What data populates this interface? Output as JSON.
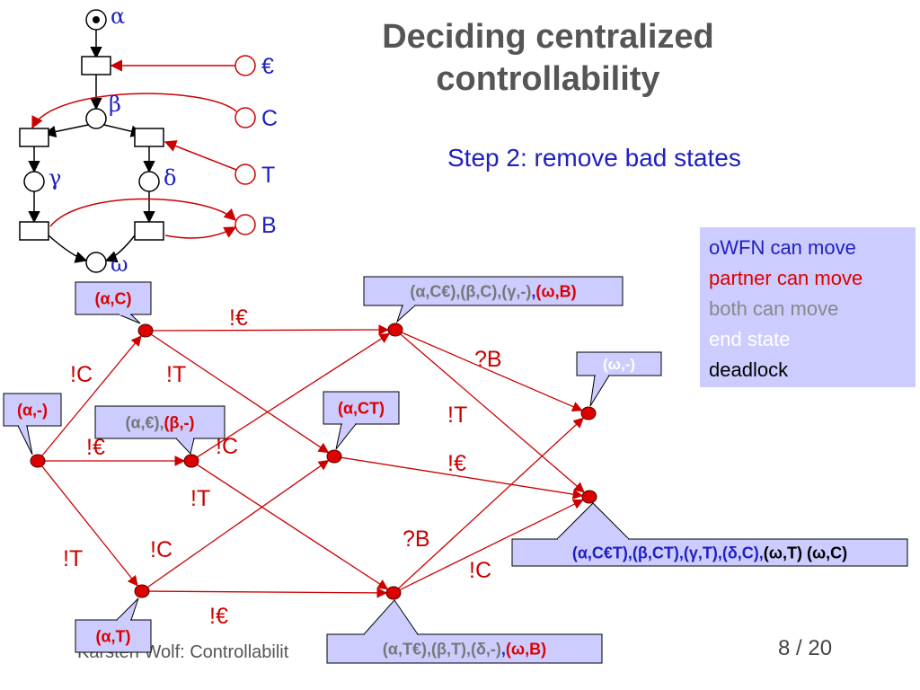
{
  "slide": {
    "title": "Deciding centralized controllability",
    "subtitle": "Step 2: remove bad states",
    "author": "Karsten Wolf: Controllabilit",
    "page": "8 / 20"
  },
  "colors": {
    "owfn": "#2020c0",
    "partner": "#dd0000",
    "both": "#888888",
    "end": "#ffffff",
    "deadlock": "#000000",
    "label_box": "#ccccff",
    "node_fill": "#dd0000"
  },
  "legend": [
    {
      "text": "oWFN can move",
      "color": "#2020c0"
    },
    {
      "text": "partner can move",
      "color": "#dd0000"
    },
    {
      "text": "both can move",
      "color": "#888888"
    },
    {
      "text": "end state",
      "color": "#ffffff"
    },
    {
      "text": "deadlock",
      "color": "#000000"
    }
  ],
  "net": {
    "places": [
      {
        "id": "alpha",
        "label": "α",
        "tokens": 1
      },
      {
        "id": "beta",
        "label": "β"
      },
      {
        "id": "gamma",
        "label": "γ"
      },
      {
        "id": "delta",
        "label": "δ"
      },
      {
        "id": "omega",
        "label": "ω"
      }
    ],
    "interface": [
      {
        "id": "euro",
        "label": "€"
      },
      {
        "id": "C",
        "label": "C"
      },
      {
        "id": "T",
        "label": "T"
      },
      {
        "id": "B",
        "label": "B"
      }
    ],
    "transitions": [
      "t1",
      "t2",
      "t3",
      "t4",
      "t5"
    ]
  },
  "graph": {
    "nodes": [
      {
        "id": "s0",
        "callout": [
          {
            "t": "(α,-)",
            "c": "red"
          }
        ]
      },
      {
        "id": "s1",
        "callout": [
          {
            "t": "(α,C)",
            "c": "red"
          }
        ]
      },
      {
        "id": "s2",
        "callout": [
          {
            "t": "(α,€),",
            "c": "gray"
          },
          {
            "t": "(β,-)",
            "c": "red"
          }
        ]
      },
      {
        "id": "s3",
        "callout": [
          {
            "t": "(α,T)",
            "c": "red"
          }
        ]
      },
      {
        "id": "s4",
        "callout": [
          {
            "t": "(α,C€),(β,C),(γ,-)",
            "c": "gray"
          },
          {
            "t": ",",
            "c": "blue"
          },
          {
            "t": "(ω,B)",
            "c": "red"
          }
        ]
      },
      {
        "id": "s5",
        "callout": [
          {
            "t": "(α,CT)",
            "c": "red"
          }
        ]
      },
      {
        "id": "s6",
        "callout": [
          {
            "t": "(α,T€),(β,T),(δ,-)",
            "c": "gray"
          },
          {
            "t": ",",
            "c": "blue"
          },
          {
            "t": "(ω,B)",
            "c": "red"
          }
        ]
      },
      {
        "id": "s7",
        "callout": [
          {
            "t": "(ω,-)",
            "c": "white"
          }
        ]
      },
      {
        "id": "s8",
        "callout": [
          {
            "t": "(α,C€T),(β,CT),(γ,T),(δ,C),",
            "c": "blue"
          },
          {
            "t": "(ω,T) (ω,C)",
            "c": "black"
          }
        ]
      }
    ],
    "edges": [
      {
        "from": "s0",
        "to": "s1",
        "label": "!C"
      },
      {
        "from": "s0",
        "to": "s2",
        "label": "!€"
      },
      {
        "from": "s0",
        "to": "s3",
        "label": "!T"
      },
      {
        "from": "s1",
        "to": "s4",
        "label": "!€"
      },
      {
        "from": "s1",
        "to": "s5",
        "label": "!T"
      },
      {
        "from": "s2",
        "to": "s4",
        "label": "!C"
      },
      {
        "from": "s2",
        "to": "s6",
        "label": "!T"
      },
      {
        "from": "s3",
        "to": "s5",
        "label": "!C"
      },
      {
        "from": "s3",
        "to": "s6",
        "label": "!€"
      },
      {
        "from": "s4",
        "to": "s7",
        "label": "?B"
      },
      {
        "from": "s4",
        "to": "s8",
        "label": "!T"
      },
      {
        "from": "s5",
        "to": "s8",
        "label": "!€"
      },
      {
        "from": "s6",
        "to": "s7",
        "label": "?B"
      },
      {
        "from": "s6",
        "to": "s8",
        "label": "!C"
      }
    ]
  }
}
